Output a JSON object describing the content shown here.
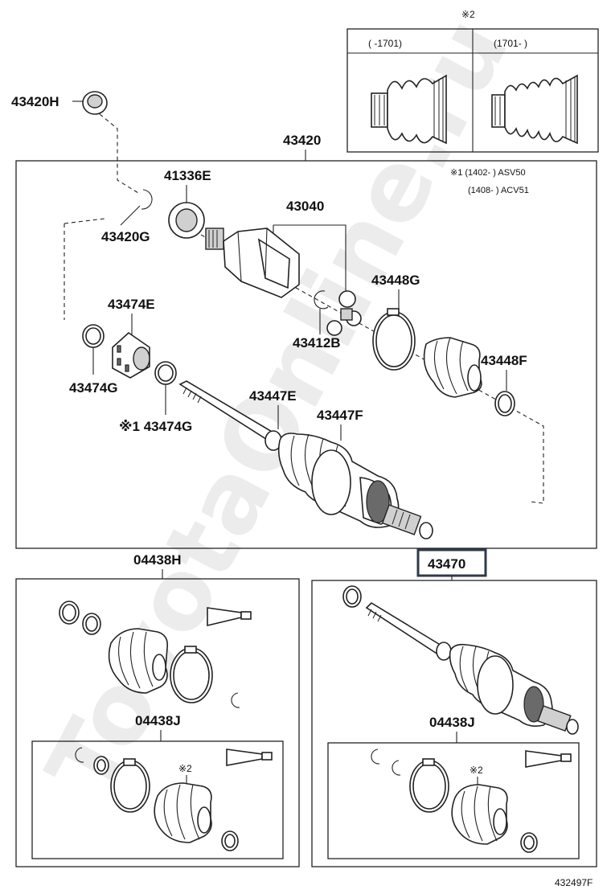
{
  "labels": {
    "p43420H": "43420H",
    "p43420": "43420",
    "p41336E": "41336E",
    "p43040": "43040",
    "p43420G": "43420G",
    "p43448G": "43448G",
    "p43474E": "43474E",
    "p43412B": "43412B",
    "p43448F": "43448F",
    "p43474G": "43474G",
    "p43447E": "43447E",
    "p43474G_note": "※1 43474G",
    "p43447F": "43447F",
    "p04438H": "04438H",
    "p43470": "43470",
    "p04438J_left": "04438J",
    "p04438J_right": "04438J",
    "note2_left": "※2",
    "note2_right": "※2",
    "diagram_code": "432497F"
  },
  "inset": {
    "mark": "※2",
    "col1": "(      -1701)",
    "col2": "(1701-      )"
  },
  "notes": {
    "line1": "※1 (1402-    ) ASV50",
    "line2": "(1408-    ) ACV51"
  },
  "watermark": "ToyotaOnline.ru",
  "colors": {
    "stroke": "#222222",
    "highlight_box": "#2f3b48"
  }
}
